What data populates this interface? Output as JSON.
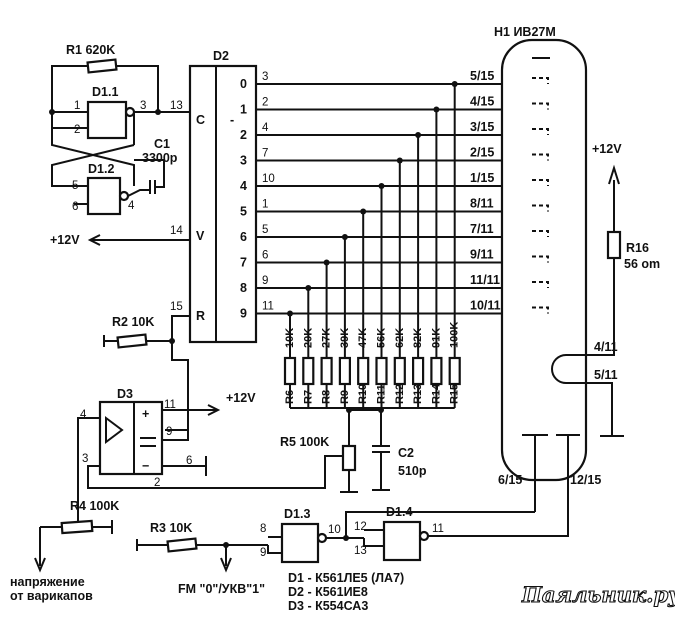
{
  "components": {
    "r1": {
      "label": "R1 620K"
    },
    "d1_1": {
      "label": "D1.1",
      "pin_in1": "1",
      "pin_in2": "2",
      "pin_out": "3"
    },
    "d1_2": {
      "label": "D1.2",
      "pin_in1": "5",
      "pin_in2": "6",
      "pin_out": "4"
    },
    "c1": {
      "label": "C1",
      "value": "3300p"
    },
    "d2": {
      "label": "D2",
      "pin_c_label": "C",
      "pin_v_label": "V",
      "pin_r_label": "R",
      "pin_c": "13",
      "pin_v": "14",
      "pin_r": "15",
      "ct_mark": "-",
      "outputs": [
        "0",
        "1",
        "2",
        "3",
        "4",
        "5",
        "6",
        "7",
        "8",
        "9"
      ],
      "output_pins": [
        "3",
        "2",
        "4",
        "7",
        "10",
        "1",
        "5",
        "6",
        "9",
        "11"
      ]
    },
    "h1": {
      "label": "H1 ИВ27М",
      "segments": [
        "5/15",
        "4/15",
        "3/15",
        "2/15",
        "1/15",
        "8/11",
        "7/11",
        "9/11",
        "11/11",
        "10/11"
      ],
      "pin_4_11": "4/11",
      "pin_5_11": "5/11",
      "pin_6_15": "6/15",
      "pin_12_15": "12/15"
    },
    "r16": {
      "label": "R16",
      "value": "56 om"
    },
    "resistor_ladder": [
      {
        "name": "R6",
        "value": "10K"
      },
      {
        "name": "R7",
        "value": "20K"
      },
      {
        "name": "R8",
        "value": "27K"
      },
      {
        "name": "R9",
        "value": "39K"
      },
      {
        "name": "R10",
        "value": "47K"
      },
      {
        "name": "R11",
        "value": "56K"
      },
      {
        "name": "R12",
        "value": "62K"
      },
      {
        "name": "R13",
        "value": "82K"
      },
      {
        "name": "R14",
        "value": "91K"
      },
      {
        "name": "R15",
        "value": "100K"
      }
    ],
    "r2": {
      "label": "R2 10K"
    },
    "d3": {
      "label": "D3",
      "plus": "+",
      "minus": "−",
      "pin4": "4",
      "pin3": "3",
      "pin11": "11",
      "pin9": "9",
      "pin6": "6",
      "pin2": "2"
    },
    "r5": {
      "label": "R5 100K"
    },
    "c2": {
      "label": "C2",
      "value": "510p"
    },
    "r4": {
      "label": "R4 100K"
    },
    "r3": {
      "label": "R3 10K"
    },
    "d1_3": {
      "label": "D1.3",
      "pin_in1": "8",
      "pin_in2": "9",
      "pin_out": "10"
    },
    "d1_4": {
      "label": "D1.4",
      "pin_in1": "12",
      "pin_in2": "13",
      "pin_out": "11"
    }
  },
  "supply": {
    "plus12_d2": "+12V",
    "plus12_d3": "+12V",
    "plus12_r16": "+12V"
  },
  "notes": {
    "varicap": [
      "напряжение",
      "от варикапов"
    ],
    "fm_input": "FM \"0\"/УКВ\"1\"",
    "parts_list": [
      "D1 - К561ЛЕ5 (ЛА7)",
      "D2 - К561ИЕ8",
      "D3 - К554СА3"
    ]
  },
  "watermark": "Паяльник.ру"
}
